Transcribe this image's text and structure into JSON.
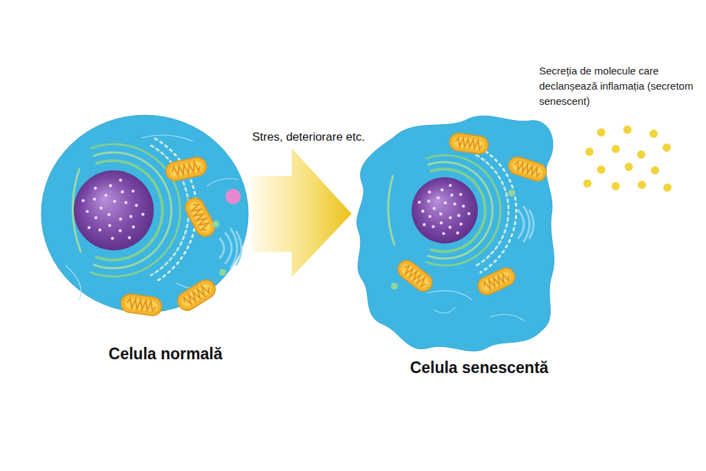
{
  "diagram": {
    "nodes": [
      {
        "text": [
          "Celula normală"
        ]
      },
      {
        "text": [
          "Celula senescentă"
        ]
      }
    ],
    "edges": [
      {
        "from": 0,
        "to": 1,
        "label": "Stres, deteriorare etc.",
        "arrow": "to"
      }
    ],
    "labels": [
      "Secreția de molecule care declanșează inflamația (secretom senescent)"
    ]
  }
}
